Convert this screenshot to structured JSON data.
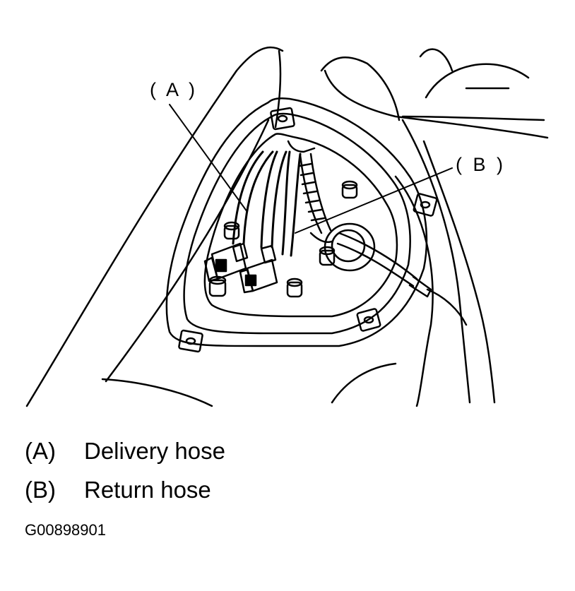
{
  "callouts": {
    "a": "( A )",
    "b": "( B )"
  },
  "legend": [
    {
      "key": "(A)",
      "label": "Delivery hose"
    },
    {
      "key": "(B)",
      "label": "Return hose"
    }
  ],
  "figure_id": "G00898901"
}
